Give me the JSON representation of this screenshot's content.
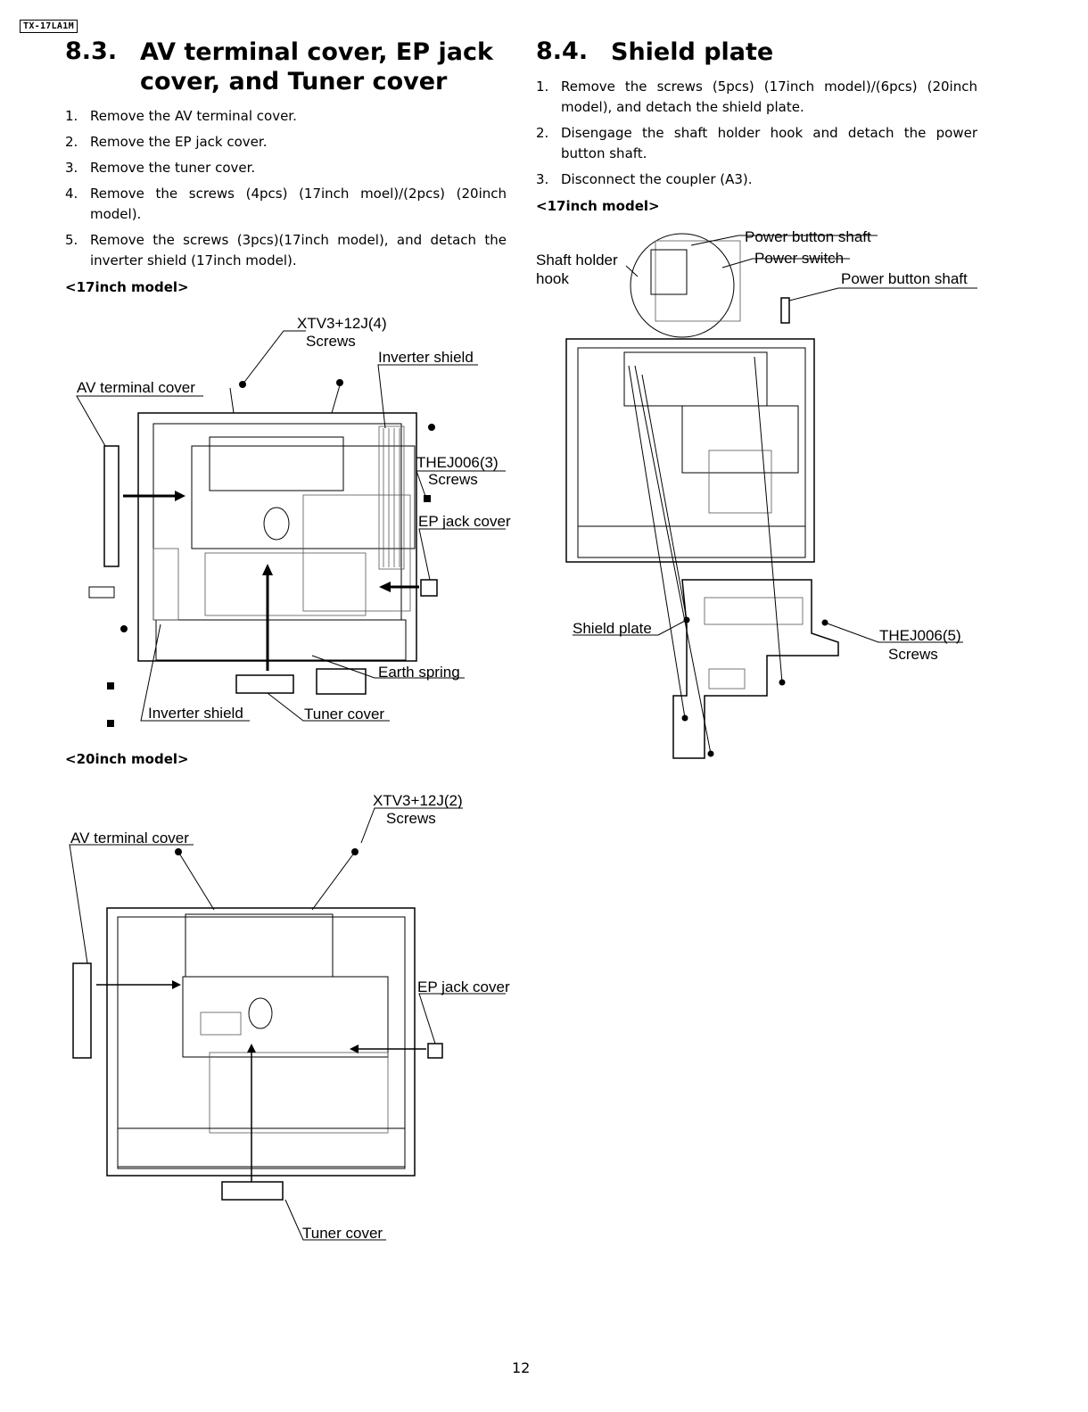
{
  "header": {
    "model_tag": "TX-17LA1M"
  },
  "left": {
    "number": "8.3.",
    "title_line1": "AV terminal cover, EP jack",
    "title_line2": "cover, and Tuner cover",
    "steps": [
      {
        "n": "1.",
        "text": "Remove the AV terminal cover."
      },
      {
        "n": "2.",
        "text": "Remove the EP jack cover."
      },
      {
        "n": "3.",
        "text": "Remove the tuner cover."
      },
      {
        "n": "4.",
        "text": "Remove the screws (4pcs) (17inch moel)/(2pcs) (20inch model)."
      },
      {
        "n": "5.",
        "text": "Remove the screws (3pcs)(17inch model), and detach the inverter shield (17inch model)."
      }
    ],
    "sub17": "<17inch model>",
    "sub20": "<20inch model>",
    "fig17": {
      "screws_a": "XTV3+12J(4)",
      "screws_a2": "Screws",
      "inverter_shield_top": "Inverter shield",
      "av_terminal_cover": "AV terminal cover",
      "screws_b": "THEJ006(3)",
      "screws_b2": "Screws",
      "ep_jack_cover": "EP jack cover",
      "earth_spring": "Earth spring",
      "inverter_shield_bottom": "Inverter shield",
      "tuner_cover": "Tuner cover"
    },
    "fig20": {
      "screws": "XTV3+12J(2)",
      "screws2": "Screws",
      "av_terminal_cover": "AV terminal cover",
      "ep_jack_cover": "EP jack cover",
      "tuner_cover": "Tuner cover"
    }
  },
  "right": {
    "number": "8.4.",
    "title": "Shield plate",
    "steps": [
      {
        "n": "1.",
        "text": "Remove the screws (5pcs) (17inch model)/(6pcs) (20inch model), and detach the shield plate."
      },
      {
        "n": "2.",
        "text": "Disengage the shaft holder hook and detach the power button shaft."
      },
      {
        "n": "3.",
        "text": "Disconnect the coupler (A3)."
      }
    ],
    "sub17": "<17inch model>",
    "fig": {
      "power_button_shaft_a": "Power button shaft",
      "power_switch": "Power switch",
      "shaft_holder": "Shaft holder",
      "hook": "hook",
      "power_button_shaft_b": "Power button shaft",
      "shield_plate": "Shield plate",
      "screws_thej": "THEJ006(5)",
      "screws_word": "Screws"
    }
  },
  "footer": {
    "page_number": "12"
  }
}
